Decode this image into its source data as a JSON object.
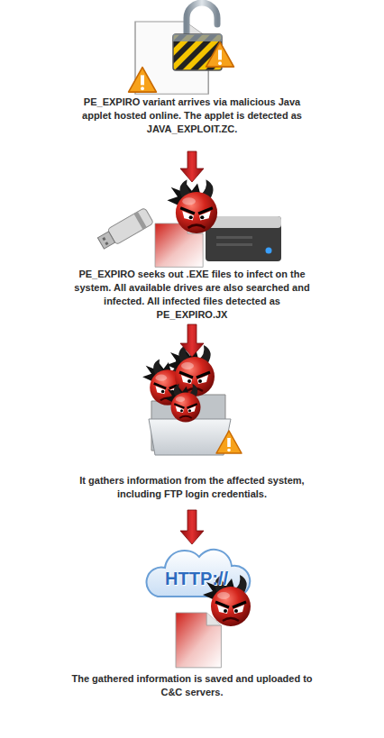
{
  "diagram": {
    "nodes": [
      {
        "text": [
          "PE_EXPIRO variant arrives via malicious Java applet hosted online. The applet is detected as JAVA_EXPLOIT.ZC."
        ]
      },
      {
        "text": [
          "PE_EXPIRO seeks out .EXE files to infect on the system. All available drives are also searched and infected. All infected files detected as PE_EXPIRO.JX"
        ]
      },
      {
        "text": [
          "It gathers information from the affected system, including FTP login credentials."
        ]
      },
      {
        "text": [
          "The gathered information is saved and uploaded to C&C servers."
        ]
      }
    ],
    "edges": [
      {
        "from": 0,
        "to": 1,
        "arrow": "to"
      },
      {
        "from": 1,
        "to": 2,
        "arrow": "to"
      },
      {
        "from": 2,
        "to": 3,
        "arrow": "to"
      }
    ],
    "labels": [
      "HTTP://"
    ]
  }
}
